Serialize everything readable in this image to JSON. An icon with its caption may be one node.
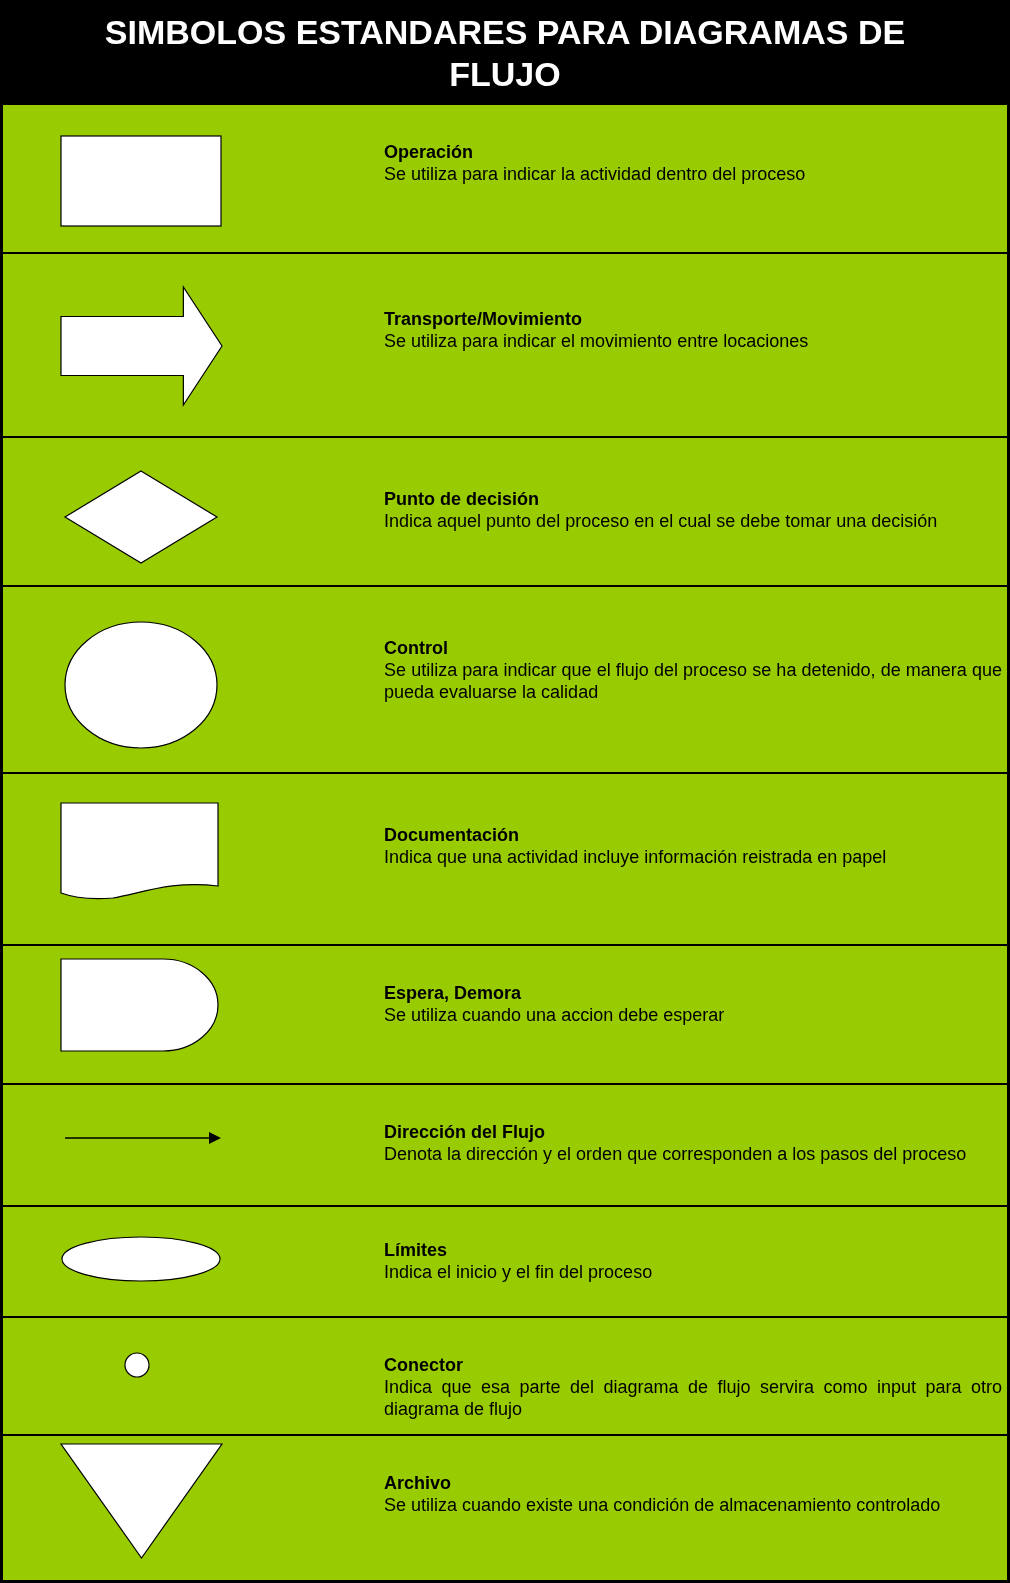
{
  "diagram": {
    "title": "SIMBOLOS ESTANDARES PARA DIAGRAMAS DE FLUJO",
    "nodes": [
      {
        "text": [],
        "shape": "box"
      },
      {
        "text": [],
        "shape": "arrow"
      },
      {
        "text": [],
        "shape": "diamond"
      },
      {
        "text": [],
        "shape": "circle"
      },
      {
        "text": [],
        "shape": "document"
      },
      {
        "text": [],
        "shape": "delay"
      },
      {
        "text": [],
        "shape": "oval"
      },
      {
        "text": [],
        "shape": "circle"
      },
      {
        "text": [],
        "shape": "triangle"
      }
    ],
    "labels": [
      "Operación",
      "Se utiliza para indicar la actividad dentro del proceso",
      "Transporte/Movimiento",
      "Se utiliza para indicar el movimiento entre locaciones",
      "Punto de decisión",
      "Indica aquel punto del proceso en el cual se debe tomar una decisión",
      "Control",
      "Se utiliza para indicar que el flujo del proceso se ha detenido, de manera que pueda evaluarse la calidad",
      "Documentación",
      "Indica que una actividad incluye información reistrada en papel",
      "Espera, Demora",
      "Se utiliza cuando una accion debe esperar",
      "Dirección del Flujo",
      "Denota la dirección y el orden que corresponden a los pasos del proceso",
      "Límites",
      "Indica el inicio y el fin del proceso",
      "Conector",
      "Indica que esa parte del diagrama de flujo servira como input para otro diagrama de flujo",
      "Archivo",
      "Se utiliza cuando existe una condición de almacenamiento controlado"
    ]
  }
}
